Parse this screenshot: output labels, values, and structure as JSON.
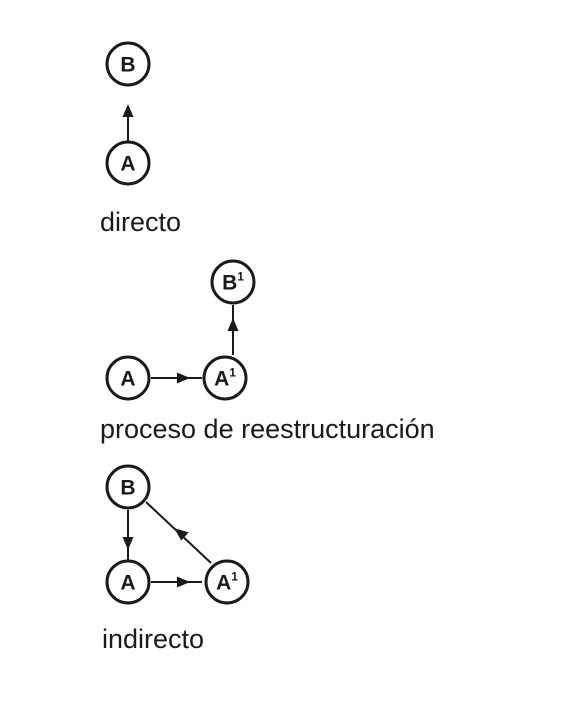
{
  "diagrams": [
    {
      "caption": "directo",
      "nodes": [
        {
          "id": "B",
          "label": "B",
          "sup": ""
        },
        {
          "id": "A",
          "label": "A",
          "sup": ""
        }
      ],
      "edges": [
        {
          "from": "A",
          "to": "B"
        }
      ]
    },
    {
      "caption": "proceso de reestructuración",
      "nodes": [
        {
          "id": "B1",
          "label": "B",
          "sup": "1"
        },
        {
          "id": "A",
          "label": "A",
          "sup": ""
        },
        {
          "id": "A1",
          "label": "A",
          "sup": "1"
        }
      ],
      "edges": [
        {
          "from": "A",
          "to": "A1"
        },
        {
          "from": "A1",
          "to": "B1"
        }
      ]
    },
    {
      "caption": "indirecto",
      "nodes": [
        {
          "id": "B",
          "label": "B",
          "sup": ""
        },
        {
          "id": "A",
          "label": "A",
          "sup": ""
        },
        {
          "id": "A1",
          "label": "A",
          "sup": "1"
        }
      ],
      "edges": [
        {
          "from": "B",
          "to": "A"
        },
        {
          "from": "A",
          "to": "A1"
        },
        {
          "from": "A1",
          "to": "B"
        }
      ]
    }
  ]
}
